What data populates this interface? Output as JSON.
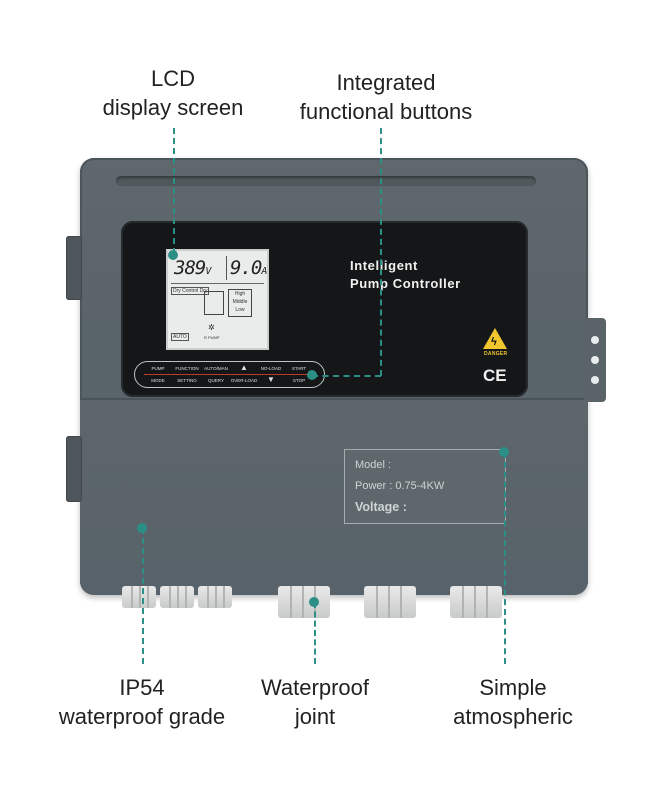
{
  "callouts": {
    "lcd": [
      "LCD",
      "display screen"
    ],
    "buttons": [
      "Integrated",
      "functional buttons"
    ],
    "ip54": [
      "IP54",
      "waterproof grade"
    ],
    "joint": [
      "Waterproof",
      "joint"
    ],
    "simple": [
      "Simple",
      "atmospheric"
    ]
  },
  "panel": {
    "title_line1": "Intelligent",
    "title_line2": "Pump Controller",
    "warning_text": "DANGER",
    "ce_mark": "CE"
  },
  "lcd": {
    "voltage_value": "389",
    "voltage_unit": "V",
    "current_value": "9.0",
    "current_unit": "A",
    "mode_text": "Dry Control Dry",
    "level_labels": [
      "High",
      "Middle",
      "Low"
    ],
    "auto_text": "AUTO",
    "pump_text": "R PUMP"
  },
  "buttons": {
    "top_labels": [
      "PUMP",
      "FUNCTION",
      "AUTO/MAN",
      "▲",
      "NO-LOAD",
      "START"
    ],
    "bottom_labels": [
      "MODE",
      "SETTING",
      "QUERY",
      "OVER-LOAD",
      "▼",
      "STOP"
    ]
  },
  "nameplate": {
    "model": "Model :",
    "power": "Power : 0.75-4KW",
    "voltage": "Voltage :"
  },
  "colors": {
    "accent": "#2c8f86",
    "housing": "#5a6469",
    "panel": "#141618",
    "warning": "#f2c62f"
  }
}
